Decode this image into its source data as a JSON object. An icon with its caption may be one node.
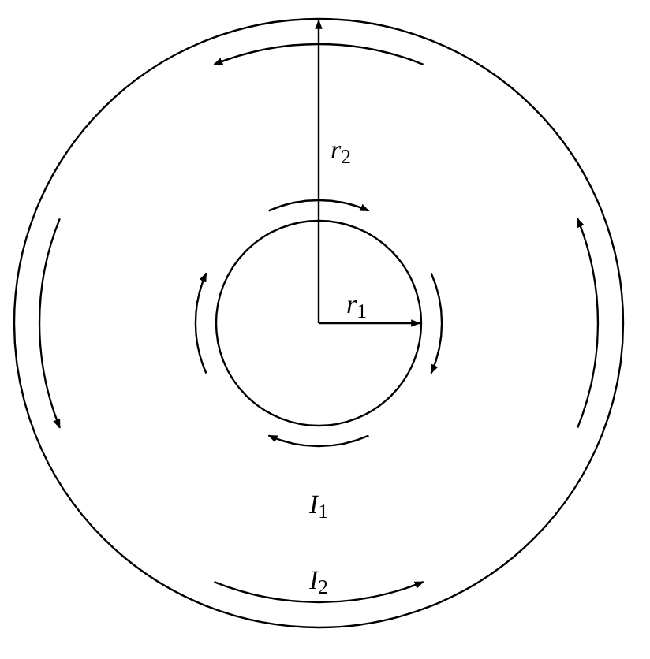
{
  "diagram": {
    "labels": [
      "*r*$_{2}$",
      "*r*$_{1}$",
      "*I*$_{1}$",
      "*I*$_{2}$"
    ]
  }
}
